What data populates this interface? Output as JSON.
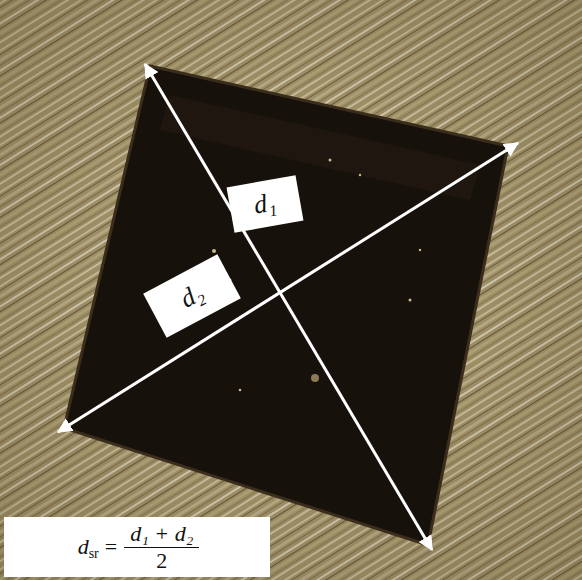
{
  "diagram": {
    "nodes": [
      {
        "text": [
          "d₁"
        ]
      },
      {
        "text": [
          "d₂"
        ]
      },
      {
        "text": [
          "d",
          "sr",
          "=",
          "d₁ + d₂",
          "2"
        ]
      }
    ]
  }
}
